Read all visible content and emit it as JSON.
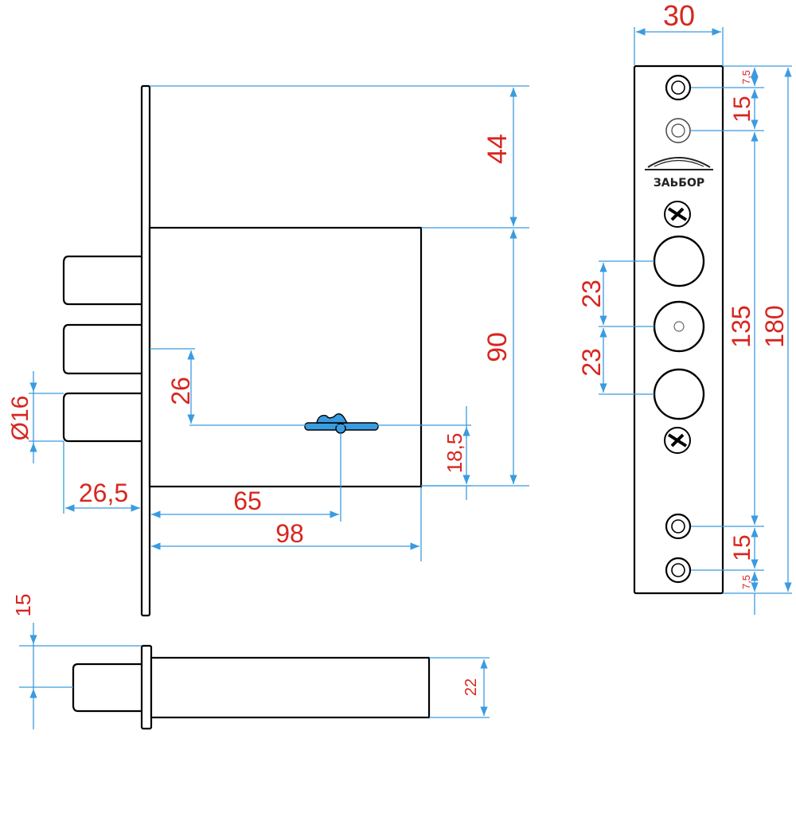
{
  "labels": {
    "plate_width": "30",
    "top_offset_44": "44",
    "case_height_90": "90",
    "key_offset_26": "26",
    "bolt_diameter": "Ø16",
    "keyhole_offset": "18,5",
    "bolt_projection": "26,5",
    "backset_65": "65",
    "case_depth_98": "98",
    "hole_offset_top": "7,5",
    "hole_spacing_top": "15",
    "bolt_spacing_1": "23",
    "bolt_spacing_2": "23",
    "bolt_span_135": "135",
    "plate_length_180": "180",
    "hole_spacing_bottom": "15",
    "hole_offset_bottom": "7,5",
    "side_offset_15": "15",
    "side_thickness_22": "22"
  },
  "logo": {
    "text": "ЗАЬБОР"
  },
  "colors": {
    "dimension": "#3a9be0",
    "label": "#d7261f",
    "outline": "#000000"
  }
}
